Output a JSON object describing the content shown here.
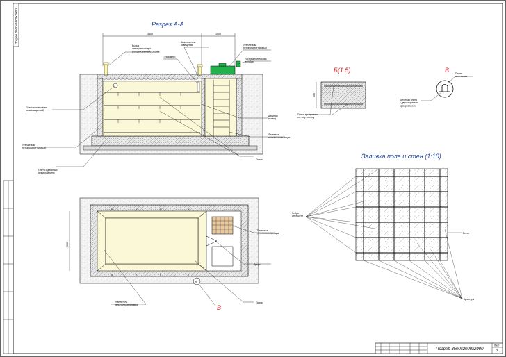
{
  "frame": {
    "top_stamp": "Погреб 3500x2000x2000"
  },
  "section_aa": {
    "title": "Разрез А-А",
    "dim_left": "3500",
    "dim_right": "1000",
    "labels": {
      "vent": "Вывод\nэлектропроводки\n(гофрированный) D25мм",
      "switch": "Выключатель\nосвещения",
      "insulation_top": "Утеплитель\nпенополиуретановый",
      "thermometer": "Термометр",
      "junction": "Распределительная\nкоробка",
      "lamp": "Плафон освещения\n(влагозащитный)",
      "wire": "Двойной\nпровод",
      "ladder": "Лестница\nпротивоскользящая",
      "insulation_left": "Утеплитель\nпенополиуретановый",
      "slab": "Плита с двойным\nармированием",
      "shelves": "Полки"
    }
  },
  "section_b": {
    "title": "Б(1:5)",
    "dim": "100",
    "label": "Плита армирована\nпо низу и верху"
  },
  "section_v": {
    "title": "В",
    "label_top": "Петля\nмонтажная",
    "label_bottom": "Бетонная плита\nс двухсторонним\nармированием"
  },
  "plan": {
    "dim_side": "2000",
    "labels": {
      "ladder": "Лестница\nпротивоскользящая",
      "door": "Дверь",
      "insulation": "Утеплитель\nпенополиуретановый",
      "shelves": "Полки"
    },
    "callout": "В"
  },
  "floor_fill": {
    "title": "Заливка пола и стен (1:10)",
    "label_ribs": "Ребра\nжесткости",
    "label_concrete": "Бетон",
    "label_rebar": "Арматура"
  },
  "title_block": {
    "title": "Погреб 3500x2000x2000",
    "sheet_label": "Лист",
    "sheet_number": "2"
  },
  "colors": {
    "line": "#000000",
    "title_blue": "#1c3f95",
    "title_red": "#d8232a",
    "interior": "#fbf8d8",
    "equipment": "#22b14c",
    "soil": "#f0f0f0"
  }
}
